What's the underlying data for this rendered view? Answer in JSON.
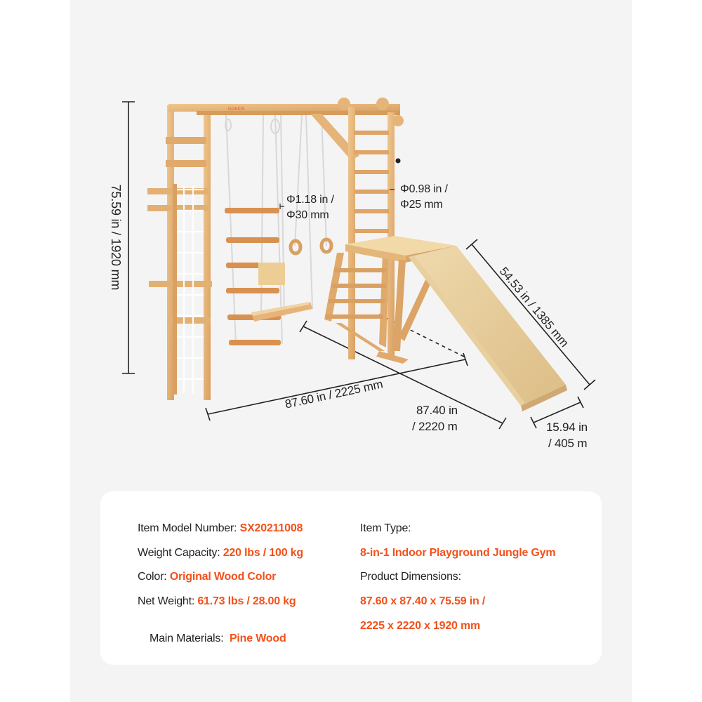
{
  "brand_mark": "GOKIDS",
  "colors": {
    "accent": "#f2511b",
    "wood": "#e6b478",
    "wood_dark": "#c89050",
    "text": "#222222",
    "panel": "#f4f4f4"
  },
  "dimensions": {
    "height": "75.59 in / 1920 mm",
    "width": "87.60 in / 2225 mm",
    "depth_line1": "87.40 in",
    "depth_line2": "/ 2220 m",
    "slide_length": "54.53 in / 1385 mm",
    "slide_width_line1": "15.94 in",
    "slide_width_line2": "/ 405 m",
    "rung_large_line1": "Φ1.18 in /",
    "rung_large_line2": "Φ30 mm",
    "rung_small_line1": "Φ0.98 in /",
    "rung_small_line2": "Φ25 mm"
  },
  "specs": {
    "left": [
      {
        "label": "Item Model Number: ",
        "value": "SX20211008"
      },
      {
        "label": "Weight Capacity: ",
        "value": "220 lbs / 100 kg"
      },
      {
        "label": "Color: ",
        "value": "Original Wood Color"
      },
      {
        "label": "Net Weight: ",
        "value": "61.73 lbs / 28.00 kg"
      },
      {
        "label": "Main Materials:  ",
        "value": "Pine Wood"
      }
    ],
    "right": {
      "item_type_label": "Item Type:",
      "item_type_value": "8-in-1 Indoor Playground Jungle Gym",
      "dims_label": "Product Dimensions:",
      "dims_value_line1": "87.60 x 87.40 x 75.59 in /",
      "dims_value_line2": "2225 x 2220 x 1920 mm"
    }
  }
}
